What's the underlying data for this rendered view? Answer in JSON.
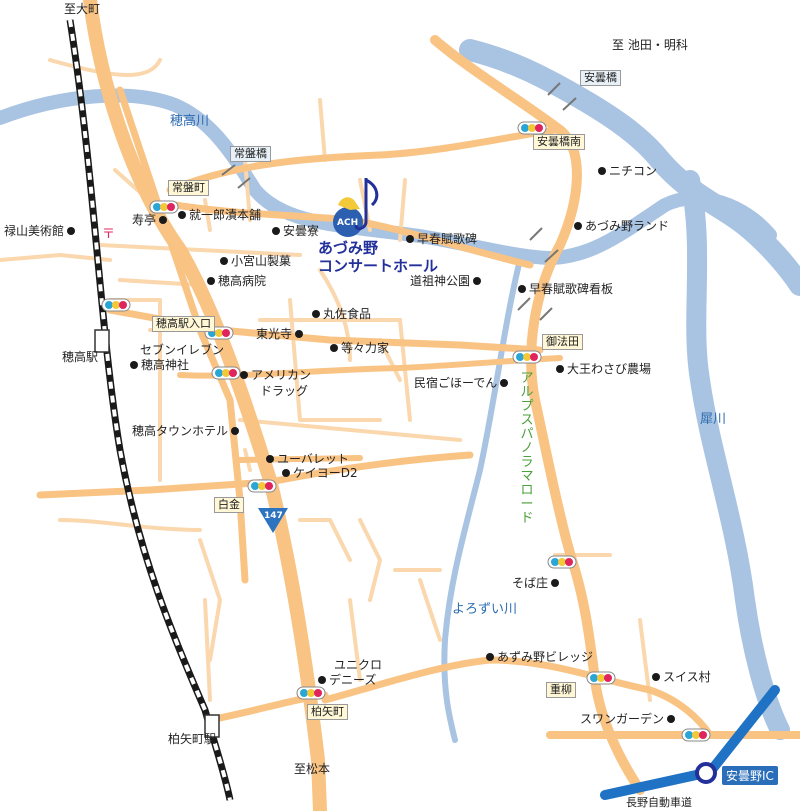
{
  "directions": {
    "north_left": "至大町",
    "north_right": "至 池田・明科",
    "south": "至松本"
  },
  "rivers": {
    "hotaka": "穂高川",
    "sai": "犀川",
    "yorozui": "よろずい川"
  },
  "road_name": "アルプスパノラマロード",
  "route_number": "147",
  "venue": {
    "logo_text": "ACH",
    "line1": "あづみ野",
    "line2": "コンサートホール"
  },
  "bridges": {
    "tokiwa": "常盤橋",
    "azumino": "安曇橋"
  },
  "intersections": {
    "tokiwamachi": "常盤町",
    "azuminobashi_minami": "安曇橋南",
    "hotaka_eki_iriguchi": "穂高駅入口",
    "gohoden": "御法田",
    "shirogane": "白金",
    "shigeyanagi": "重柳",
    "kashiwayamachi": "柏矢町"
  },
  "stations": {
    "hotaka": "穂高駅",
    "kashiwaya": "柏矢町駅"
  },
  "places": {
    "rokuzan": "禄山美術館",
    "jutei": "寿亭",
    "ichiro": "就一郎漬本舗",
    "azumiryo": "安曇寮",
    "soshunfuhi": "早春賦歌碑",
    "komiyama": "小宮山製菓",
    "hotaka_hospital": "穂高病院",
    "dosojin": "道祖神公園",
    "kanbanhi": "早春賦歌碑看板",
    "nichicon": "ニチコン",
    "azumino_land": "あづみ野ランド",
    "marusa": "丸佐食品",
    "tokoji": "東光寺",
    "tototomika": "等々力家",
    "seven": "セブンイレブン",
    "hotaka_shrine": "穂高神社",
    "american": "アメリカン",
    "drug": "ドラッグ",
    "minshuku": "民宿ごほーでん",
    "wasabi": "大王わさび農場",
    "town_hotel": "穂高タウンホテル",
    "youbalet": "ユーバレット",
    "keiyo": "ケイヨーD2",
    "sobasho": "そば庄",
    "village": "あずみ野ビレッジ",
    "swiss": "スイス村",
    "swan": "スワンガーデン",
    "uniqlo": "ユニクロ",
    "denies": "デニーズ"
  },
  "interchange": "安曇野IC",
  "expressway": "長野自動車道",
  "colors": {
    "road": "#f9c384",
    "river": "#a9c3e2",
    "railway": "#1a1a1a",
    "venue_text": "#23309a",
    "panorama_road_text": "#4aa03a",
    "expressway": "#1f72c4"
  }
}
